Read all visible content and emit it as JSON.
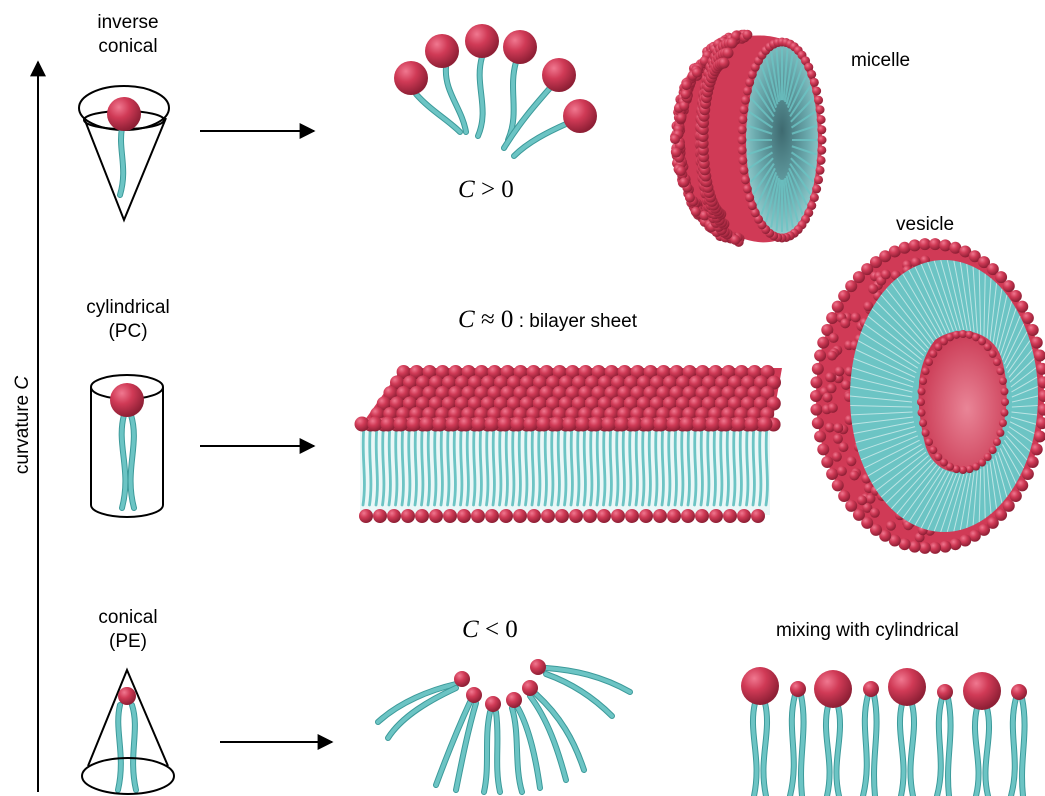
{
  "axis": {
    "label_text": "curvature ",
    "label_var": "C"
  },
  "shapes": {
    "inverse_conical": [
      "inverse",
      "conical"
    ],
    "cylindrical": [
      "cylindrical",
      "(PC)"
    ],
    "conical": [
      "conical",
      "(PE)"
    ]
  },
  "structures": {
    "micelle": "micelle",
    "vesicle": "vesicle",
    "mixing": "mixing with cylindrical"
  },
  "curvature_conditions": {
    "positive": {
      "var": "C",
      "relation": " > 0"
    },
    "zero": {
      "var": "C",
      "relation": " ≈ 0",
      "suffix": " : bilayer sheet"
    },
    "negative": {
      "var": "C",
      "relation": " < 0"
    }
  },
  "colors": {
    "head": "#d03a56",
    "head_highlight": "#f07890",
    "tail": "#6cc4c4",
    "tail_dark": "#3c9a9a",
    "vesicle_inner": "#e06578",
    "micelle_core": "#4d7f85",
    "outline": "#000000"
  }
}
